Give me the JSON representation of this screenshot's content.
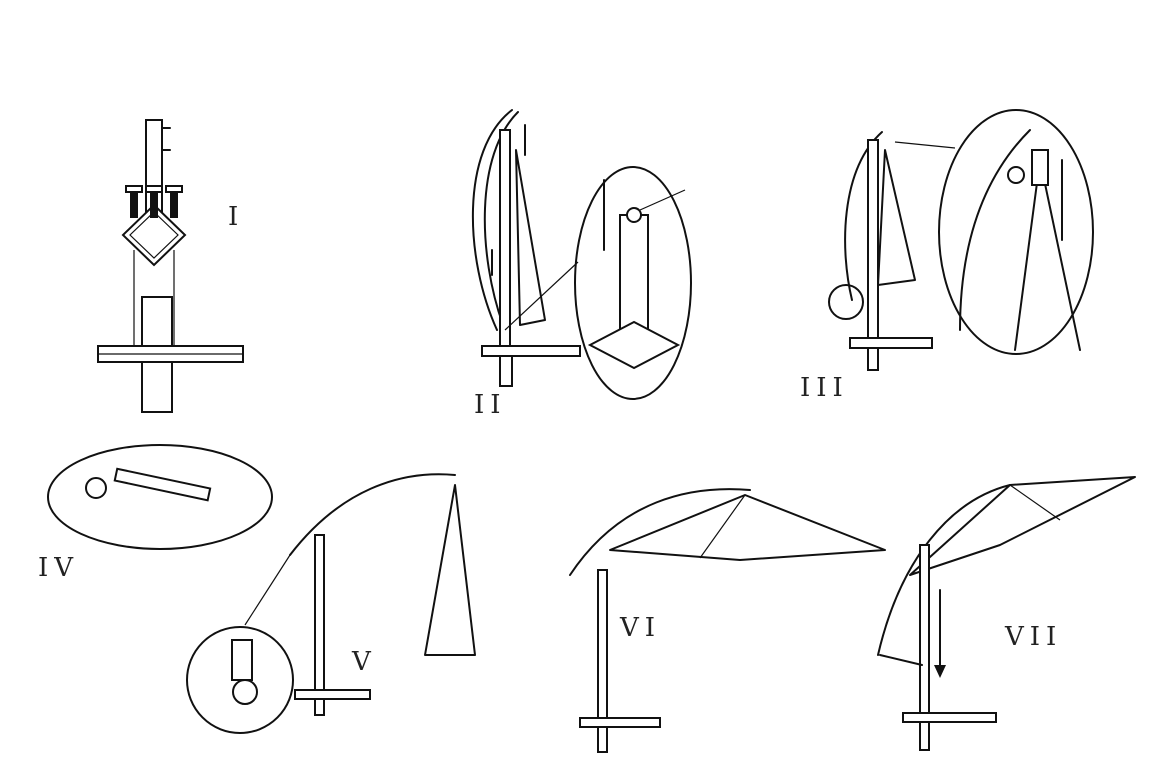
{
  "steps": [
    {
      "label": "I"
    },
    {
      "label": "II"
    },
    {
      "label": "III"
    },
    {
      "label": "IV"
    },
    {
      "label": "V"
    },
    {
      "label": "VI"
    },
    {
      "label": "VII"
    }
  ],
  "colors": {
    "line": "#111111",
    "background": "#ffffff"
  }
}
